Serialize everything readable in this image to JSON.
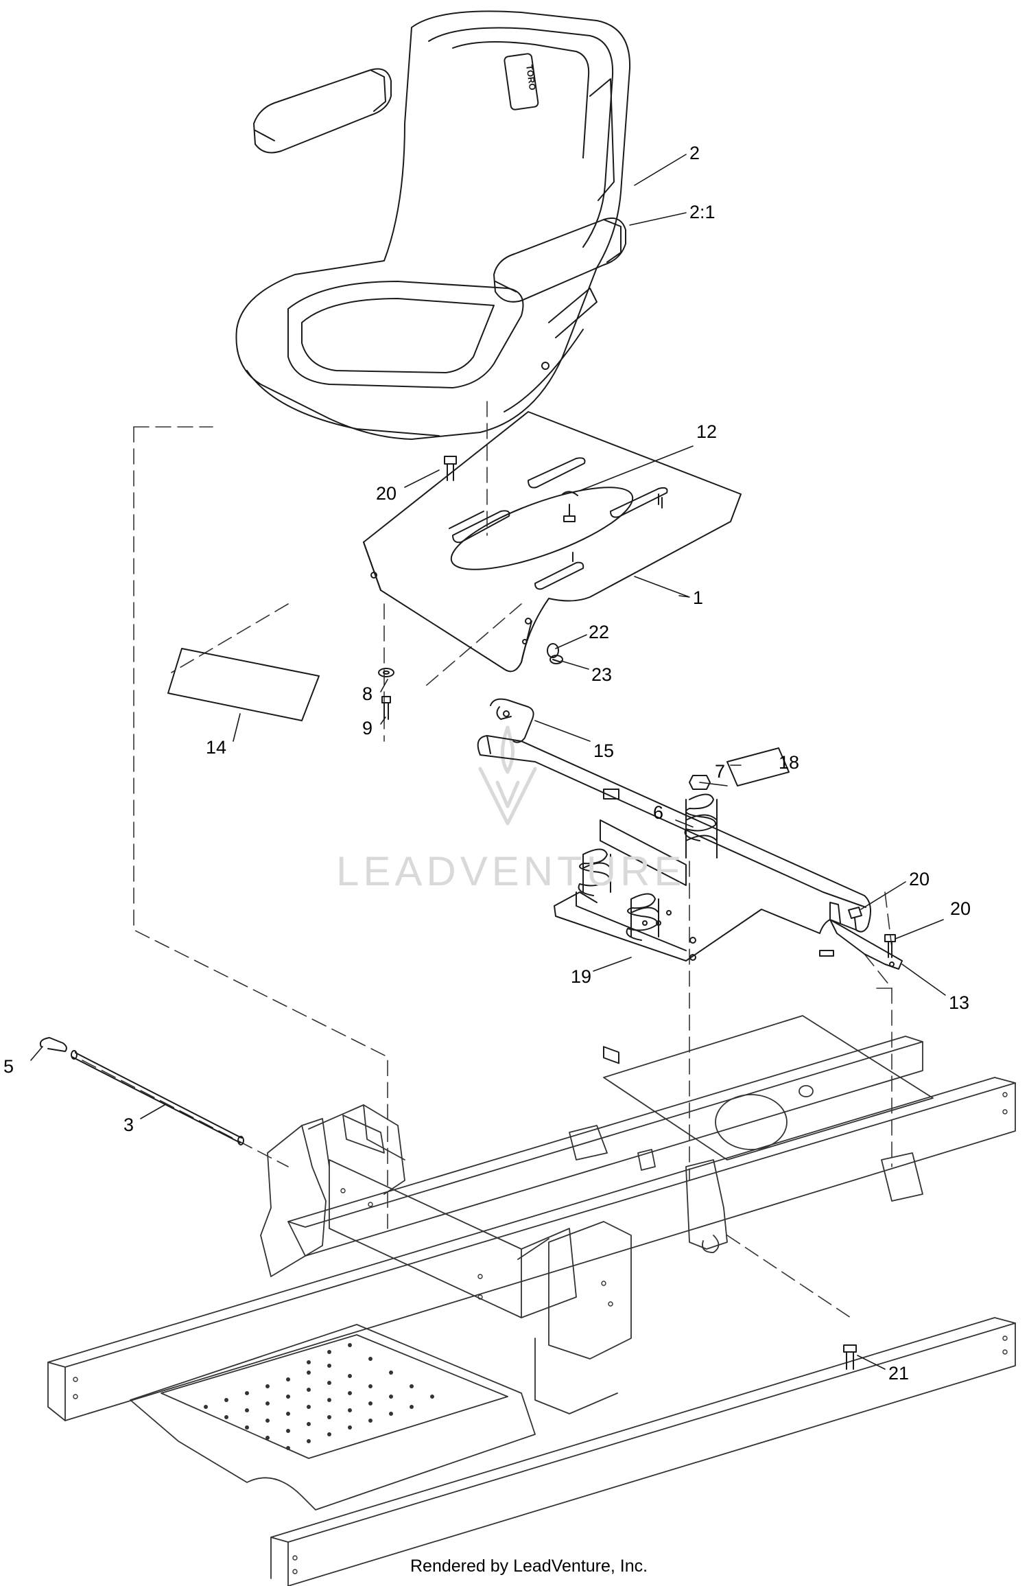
{
  "callouts": {
    "c2": "2",
    "c2_1": "2:1",
    "c12": "12",
    "c20a": "20",
    "c1": "1",
    "c22": "22",
    "c23": "23",
    "c8": "8",
    "c9": "9",
    "c14": "14",
    "c15": "15",
    "c7": "7",
    "c18": "18",
    "c6": "6",
    "c20b": "20",
    "c20c": "20",
    "c19": "19",
    "c13": "13",
    "c5": "5",
    "c3": "3",
    "c21": "21"
  },
  "seat_brand": "TORO",
  "watermark": "LEADVENTURE",
  "footer": "Rendered by LeadVenture, Inc.",
  "colors": {
    "line": "#1a1a1a",
    "light": "#555555",
    "watermark": "#d9d9d9"
  }
}
